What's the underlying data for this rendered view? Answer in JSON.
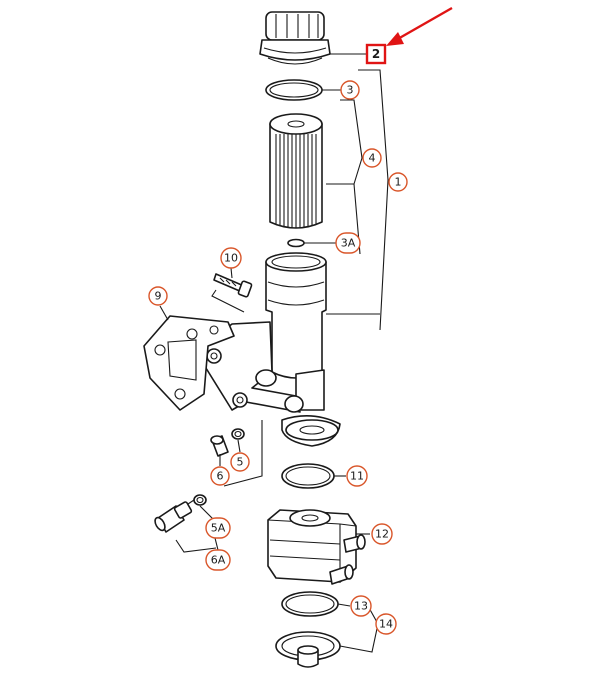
{
  "callouts": {
    "c1": "1",
    "c2": "2",
    "c3": "3",
    "c3a": "3A",
    "c4": "4",
    "c5": "5",
    "c5a": "5A",
    "c6": "6",
    "c6a": "6A",
    "c9": "9",
    "c10": "10",
    "c11": "11",
    "c12": "12",
    "c13": "13",
    "c14": "14"
  },
  "colors": {
    "callout_ring": "#d9562a",
    "highlight": "#e01414",
    "line": "#1a1a1a"
  }
}
